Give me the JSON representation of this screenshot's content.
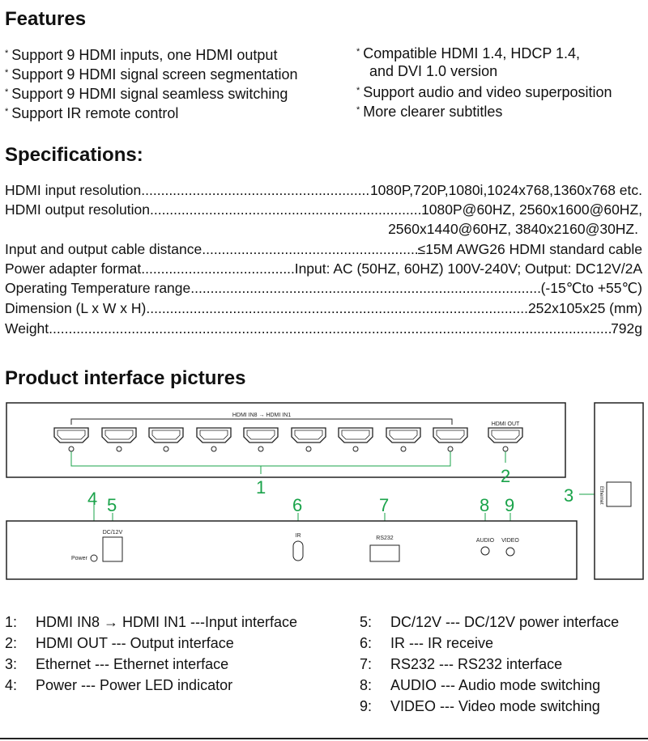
{
  "features": {
    "heading": "Features",
    "star": "*",
    "left": [
      "Support 9 HDMI inputs, one HDMI output",
      "Support 9 HDMI signal screen segmentation",
      "Support 9 HDMI signal seamless switching",
      "Support IR remote control"
    ],
    "right": [
      "Compatible HDMI 1.4, HDCP 1.4,",
      "and DVI 1.0 version",
      "Support audio and video superposition",
      "More clearer subtitles"
    ]
  },
  "specifications": {
    "heading": "Specifications:",
    "rows": [
      {
        "label": "HDMI input resolution",
        "value": "1080P,720P,1080i,1024x768,1360x768 etc."
      },
      {
        "label": "HDMI output resolution",
        "value": "1080P@60HZ, 2560x1600@60HZ,",
        "value2": "2560x1440@60HZ, 3840x2160@30HZ."
      },
      {
        "label": "Input and output cable distance",
        "value": "≤15M AWG26 HDMI standard cable"
      },
      {
        "label": "Power adapter format",
        "value": "Input: AC (50HZ, 60HZ) 100V-240V; Output: DC12V/2A"
      },
      {
        "label": "Operating Temperature range",
        "value": "(-15℃to +55℃)"
      },
      {
        "label": "Dimension (L x W x H)",
        "value": "252x105x25 (mm)"
      },
      {
        "label": "Weight",
        "value": "792g"
      }
    ]
  },
  "interface": {
    "heading": "Product interface pictures",
    "diagram": {
      "input_bracket_label": "HDMI IN8 → HDMI IN1",
      "output_label": "HDMI OUT",
      "ethernet_label": "Ethernet",
      "dc_label": "DC/12V",
      "ir_label": "IR",
      "rs232_label": "RS232",
      "audio_label": "AUDIO",
      "video_label": "VIDEO",
      "power_label": "Power",
      "callouts": [
        "1",
        "2",
        "3",
        "4",
        "5",
        "6",
        "7",
        "8",
        "9"
      ],
      "callout_color": "#1aa34a"
    },
    "legend_left": [
      {
        "num": "1:",
        "text": "HDMI IN8 → HDMI IN1 ---Input interface"
      },
      {
        "num": "2:",
        "text": "HDMI OUT --- Output interface"
      },
      {
        "num": "3:",
        "text": "Ethernet --- Ethernet interface"
      },
      {
        "num": "4:",
        "text": "Power --- Power LED indicator"
      }
    ],
    "legend_right": [
      {
        "num": "5:",
        "text": "DC/12V --- DC/12V power interface"
      },
      {
        "num": "6:",
        "text": "IR --- IR receive"
      },
      {
        "num": "7:",
        "text": "RS232 --- RS232 interface"
      },
      {
        "num": "8:",
        "text": "AUDIO --- Audio mode switching"
      },
      {
        "num": "9:",
        "text": "VIDEO --- Video mode switching"
      }
    ]
  }
}
